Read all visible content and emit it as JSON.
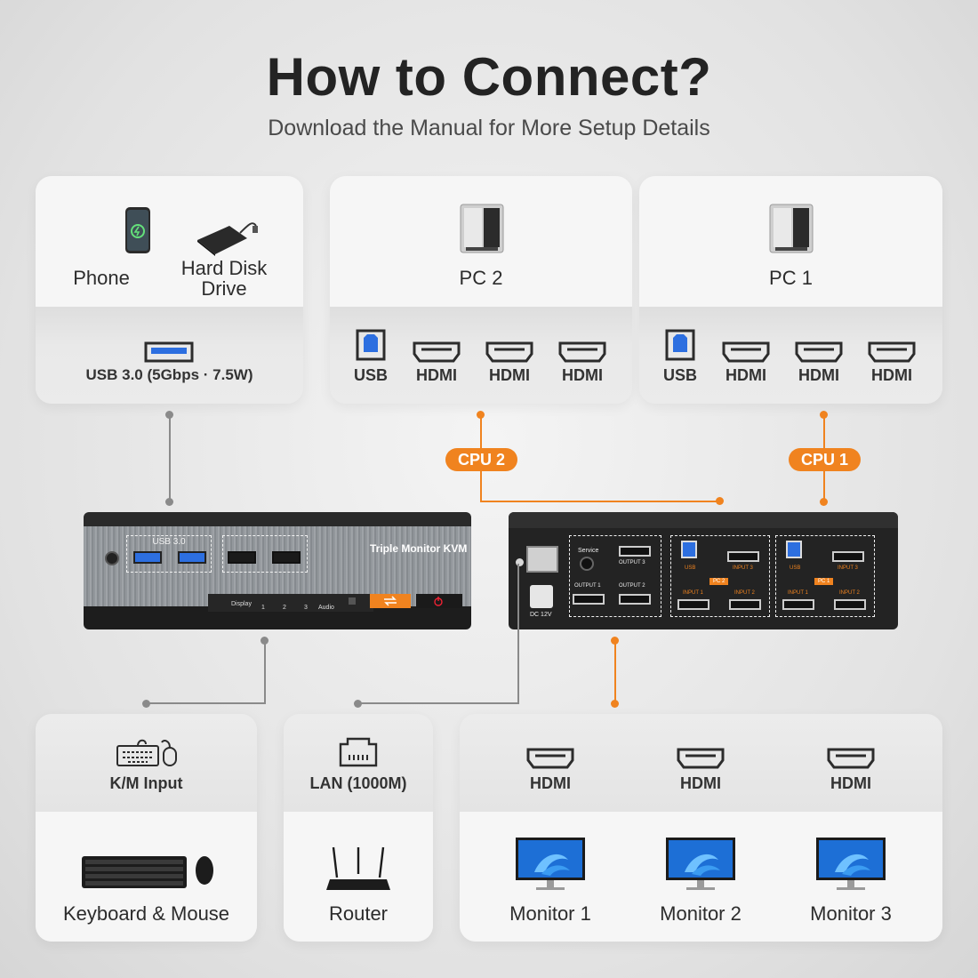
{
  "header": {
    "title": "How to Connect?",
    "subtitle": "Download the Manual for More Setup Details"
  },
  "colors": {
    "accent": "#f0831f",
    "connector_gray": "#8a8a8a",
    "text_dark": "#232323"
  },
  "top_cards": {
    "usb_devices": {
      "phone_label": "Phone",
      "disk_label": "Hard Disk Drive",
      "port_label": "USB 3.0 (5Gbps · 7.5W)"
    },
    "pc2": {
      "name": "PC 2",
      "ports": [
        "USB",
        "HDMI",
        "HDMI",
        "HDMI"
      ]
    },
    "pc1": {
      "name": "PC 1",
      "ports": [
        "USB",
        "HDMI",
        "HDMI",
        "HDMI"
      ]
    }
  },
  "badges": {
    "cpu2": "CPU 2",
    "cpu1": "CPU 1"
  },
  "front_panel": {
    "name": "Triple Monitor KVM",
    "usb_group": "USB 3.0",
    "display_label": "Display",
    "display_nums": [
      "1",
      "2",
      "3"
    ],
    "audio_label": "Audio"
  },
  "rear_panel": {
    "service": "Service",
    "dc": "DC 12V",
    "output1": "OUTPUT 1",
    "output2": "OUTPUT 2",
    "output3": "OUTPUT 3",
    "pc2_tag": "PC 2",
    "pc1_tag": "PC 1",
    "usb": "USB",
    "input1": "INPUT 1",
    "input2": "INPUT 2",
    "input3": "INPUT 3"
  },
  "bottom_cards": {
    "km": {
      "port_label": "K/M Input",
      "device_label": "Keyboard & Mouse"
    },
    "lan": {
      "port_label": "LAN (1000M)",
      "device_label": "Router"
    },
    "monitors": {
      "port_labels": [
        "HDMI",
        "HDMI",
        "HDMI"
      ],
      "device_labels": [
        "Monitor 1",
        "Monitor 2",
        "Monitor 3"
      ]
    }
  }
}
